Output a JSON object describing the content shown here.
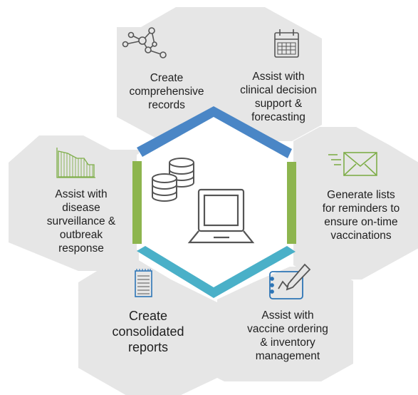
{
  "colors": {
    "hex_fill": "#e6e6e6",
    "center_fill": "#ffffff",
    "edge_blue": "#4a86c6",
    "edge_green": "#8db54e",
    "edge_teal": "#4ab0c8",
    "icon_gray": "#555555",
    "icon_green": "#7fae4a",
    "icon_blue": "#2e75b6",
    "text": "#1f1f1f"
  },
  "center": {
    "icons": [
      "database-icon",
      "laptop-icon"
    ]
  },
  "segments": [
    {
      "icon": "network-icon",
      "lines": [
        "Create",
        "comprehensive",
        "records"
      ]
    },
    {
      "icon": "calendar-icon",
      "lines": [
        "Assist with",
        "clinical decision",
        "support &",
        "forecasting"
      ]
    },
    {
      "icon": "envelope-icon",
      "lines": [
        "Generate lists",
        "for reminders to",
        "ensure on-time",
        "vaccinations"
      ]
    },
    {
      "icon": "tablet-pen-icon",
      "lines": [
        "Assist with",
        "vaccine ordering",
        "& inventory",
        "management"
      ]
    },
    {
      "icon": "notepad-icon",
      "lines": [
        "Create",
        "consolidated",
        "reports"
      ]
    },
    {
      "icon": "area-chart-icon",
      "lines": [
        "Assist with",
        "disease",
        "surveillance &",
        "outbreak",
        "response"
      ]
    }
  ]
}
